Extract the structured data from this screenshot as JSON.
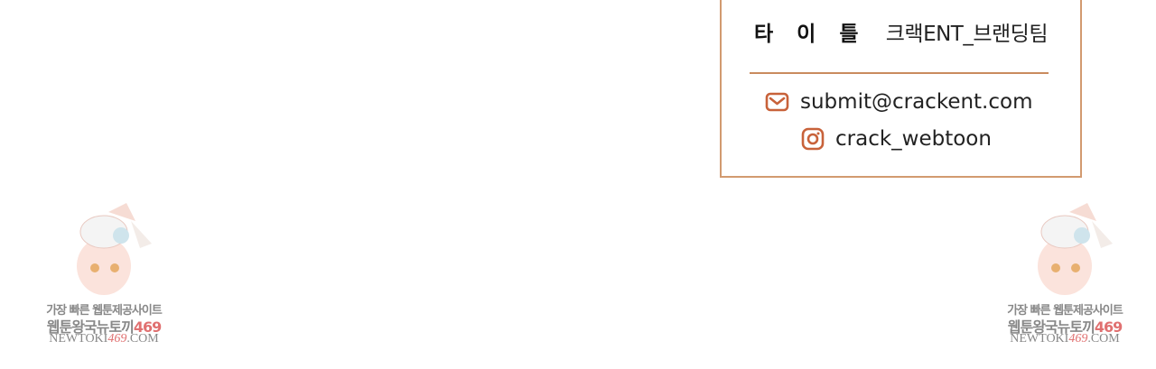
{
  "card": {
    "title_label": "타 이 틀",
    "title_value": "크랙ENT_브랜딩팀",
    "email": "submit@crackent.com",
    "instagram": "crack_webtoon",
    "accent_color": "#c8623a"
  },
  "watermark": {
    "line1": "가장 빠른 웹툰제공사이트",
    "line2_main": "웹툰왕국뉴토끼",
    "line2_num": "469",
    "line3_a": "NEWTOKI",
    "line3_num": "469",
    "line3_b": ".COM"
  }
}
